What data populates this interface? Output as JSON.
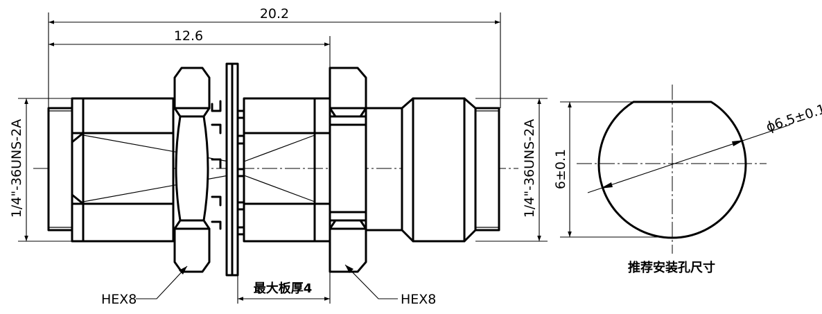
{
  "dimensions": {
    "overall_length": "20.2",
    "panel_side_length": "12.6",
    "thread_left": "1/4\"-36UNS-2A",
    "thread_right": "1/4\"-36UNS-2A",
    "flat_height": "6±0.1",
    "hole_diameter": "ϕ6.5±0.1"
  },
  "callouts": {
    "hex_left": "HEX8",
    "hex_right": "HEX8",
    "max_panel_thickness": "最大板厚4",
    "hole_caption": "推荐安装孔尺寸"
  }
}
